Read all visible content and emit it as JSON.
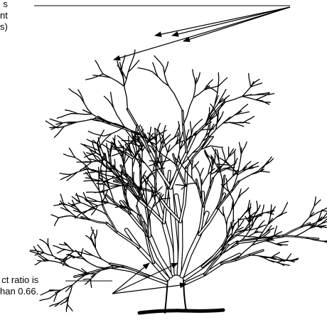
{
  "callouts": {
    "top": {
      "lines": [
        "s",
        "nt",
        "s)"
      ]
    },
    "bottom": {
      "lines": [
        "ct ratio is",
        "han 0.66."
      ]
    }
  },
  "colors": {
    "ink": "#000000",
    "paper": "#ffffff"
  },
  "icons": {
    "tree": "deciduous-tree-illustration",
    "arrows": "callout-arrow-icon"
  }
}
